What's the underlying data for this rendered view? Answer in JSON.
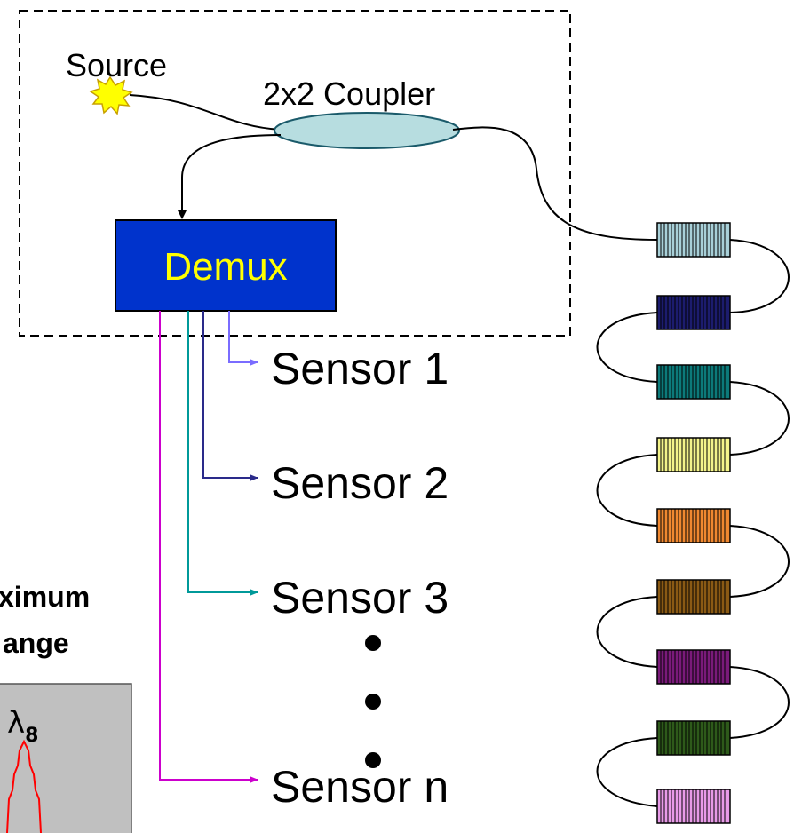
{
  "labels": {
    "source": "Source",
    "coupler": "2x2 Coupler",
    "demux": "Demux",
    "sensors": [
      "Sensor 1",
      "Sensor 2",
      "Sensor 3",
      "Sensor n"
    ],
    "inset_line1": "ximum",
    "inset_line2": "ange",
    "lambda_symbol": "λ",
    "lambda_subscript": "8"
  },
  "colors": {
    "source_fill": "#ffff00",
    "source_stroke": "#c8a000",
    "coupler_fill": "#b7dde0",
    "coupler_stroke": "#1a5a6a",
    "demux_fill": "#0033cc",
    "demux_text": "#ffff00",
    "sensor_lines": [
      "#7a6cff",
      "#2a2a8a",
      "#009999",
      "#cc00cc"
    ],
    "gratings": [
      "#a8d0d8",
      "#1c1c6e",
      "#0c7a7a",
      "#f4f48a",
      "#f08830",
      "#8a5a14",
      "#7a1a7a",
      "#2e5a1a",
      "#e89ae8"
    ],
    "inset_bg": "#c0c0c0",
    "peak": "#ff0000"
  },
  "icons": [
    "sun-burst-icon",
    "arrow-head-icon"
  ]
}
